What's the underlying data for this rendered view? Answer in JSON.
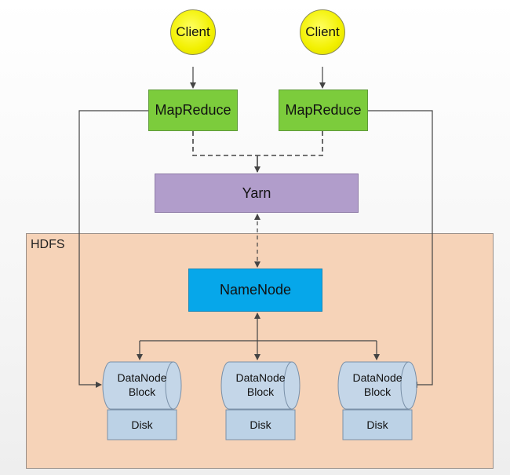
{
  "clients": [
    {
      "label": "Client"
    },
    {
      "label": "Client"
    }
  ],
  "mapreduce": [
    {
      "label": "MapReduce"
    },
    {
      "label": "MapReduce"
    }
  ],
  "yarn": {
    "label": "Yarn"
  },
  "hdfs": {
    "label": "HDFS"
  },
  "namenode": {
    "label": "NameNode"
  },
  "datanodes": [
    {
      "line1": "DataNode",
      "line2": "Block",
      "disk": "Disk"
    },
    {
      "line1": "DataNode",
      "line2": "Block",
      "disk": "Disk"
    },
    {
      "line1": "DataNode",
      "line2": "Block",
      "disk": "Disk"
    }
  ],
  "colors": {
    "client": "#f2f000",
    "mapreduce": "#7ccc3c",
    "yarn": "#b19dcb",
    "namenode": "#06a7ea",
    "hdfs_bg": "#f6d3b8",
    "datanode": "#bcd2e6"
  }
}
